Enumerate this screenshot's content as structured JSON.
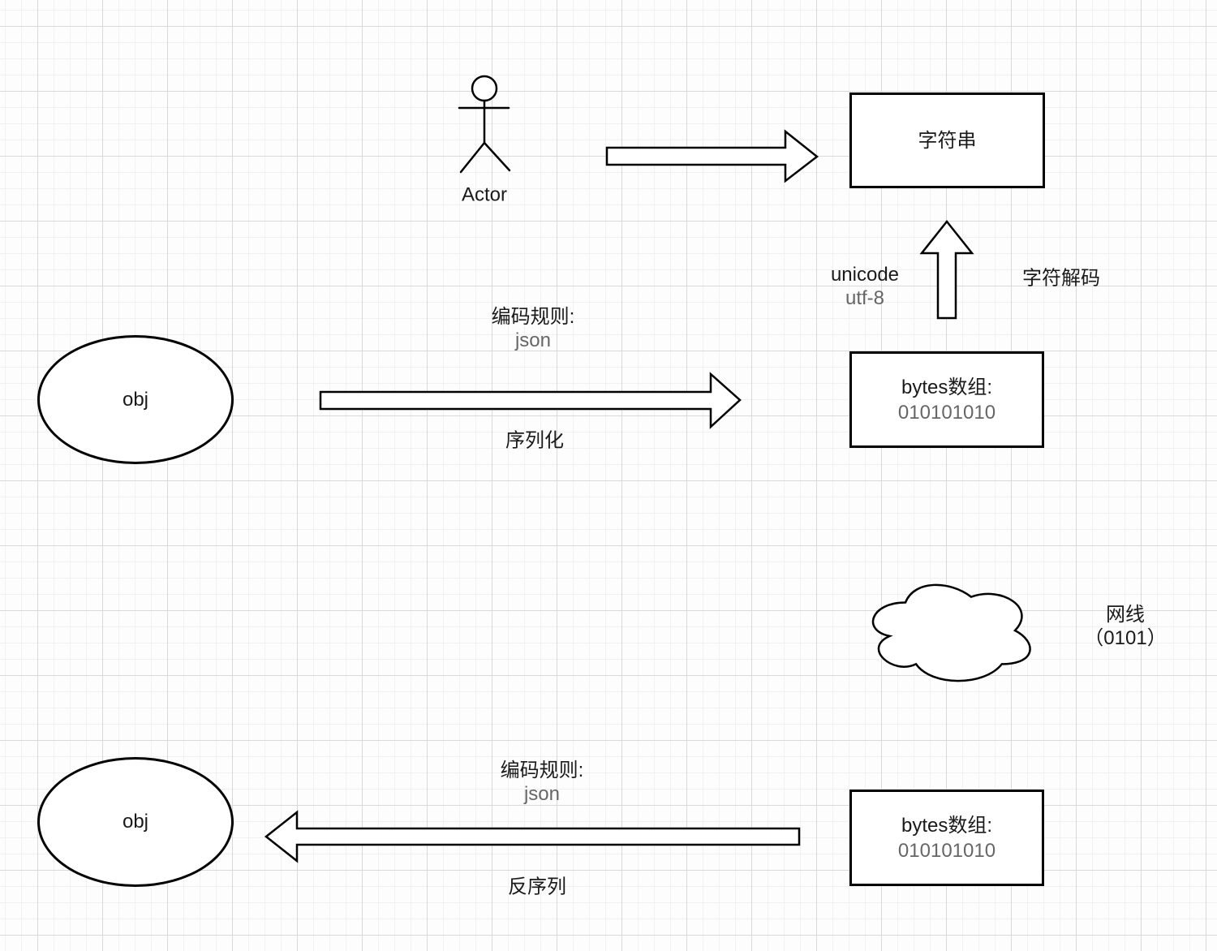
{
  "canvas": {
    "background": "#fdfdfd",
    "grid_minor_color": "#f1f1f1",
    "grid_major_color": "#d9d9d9"
  },
  "colors": {
    "shape_stroke": "#000000",
    "shape_fill": "#ffffff",
    "text_primary": "#1a1a1a",
    "text_secondary": "#666666"
  },
  "actor": {
    "label": "Actor"
  },
  "nodes": {
    "string_box": {
      "label": "字符串"
    },
    "bytes_box_top": {
      "title": "bytes数组:",
      "value": "010101010"
    },
    "bytes_box_bottom": {
      "title": "bytes数组:",
      "value": "010101010"
    },
    "obj_top": {
      "label": "obj"
    },
    "obj_bottom": {
      "label": "obj"
    },
    "cloud": {
      "label": "网线",
      "sublabel": "（0101）"
    }
  },
  "labels": {
    "encode_rule_top": {
      "line1": "编码规则:",
      "line2": "json"
    },
    "serialize": "序列化",
    "unicode": {
      "line1": "unicode",
      "line2": "utf-8"
    },
    "char_decode": "字符解码",
    "encode_rule_bottom": {
      "line1": "编码规则:",
      "line2": "json"
    },
    "deserialize": "反序列"
  }
}
